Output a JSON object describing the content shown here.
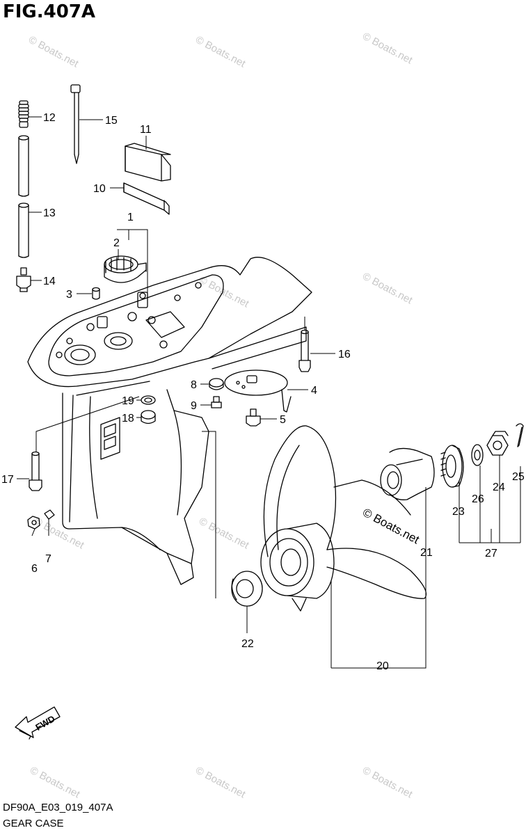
{
  "figure": {
    "title": "FIG.407A"
  },
  "footer": {
    "code": "DF90A_E03_019_407A",
    "name": "GEAR CASE"
  },
  "watermark": "© Boats.net",
  "direction_label": "FWD",
  "callouts": {
    "c1": "1",
    "c2": "2",
    "c3": "3",
    "c4": "4",
    "c5": "5",
    "c6": "6",
    "c7": "7",
    "c8": "8",
    "c9": "9",
    "c10": "10",
    "c11": "11",
    "c12": "12",
    "c13": "13",
    "c14": "14",
    "c15": "15",
    "c16": "16",
    "c17": "17",
    "c18": "18",
    "c19": "19",
    "c20": "20",
    "c21": "21",
    "c22": "22",
    "c23": "23",
    "c24": "24",
    "c25": "25",
    "c26": "26",
    "c27": "27"
  }
}
